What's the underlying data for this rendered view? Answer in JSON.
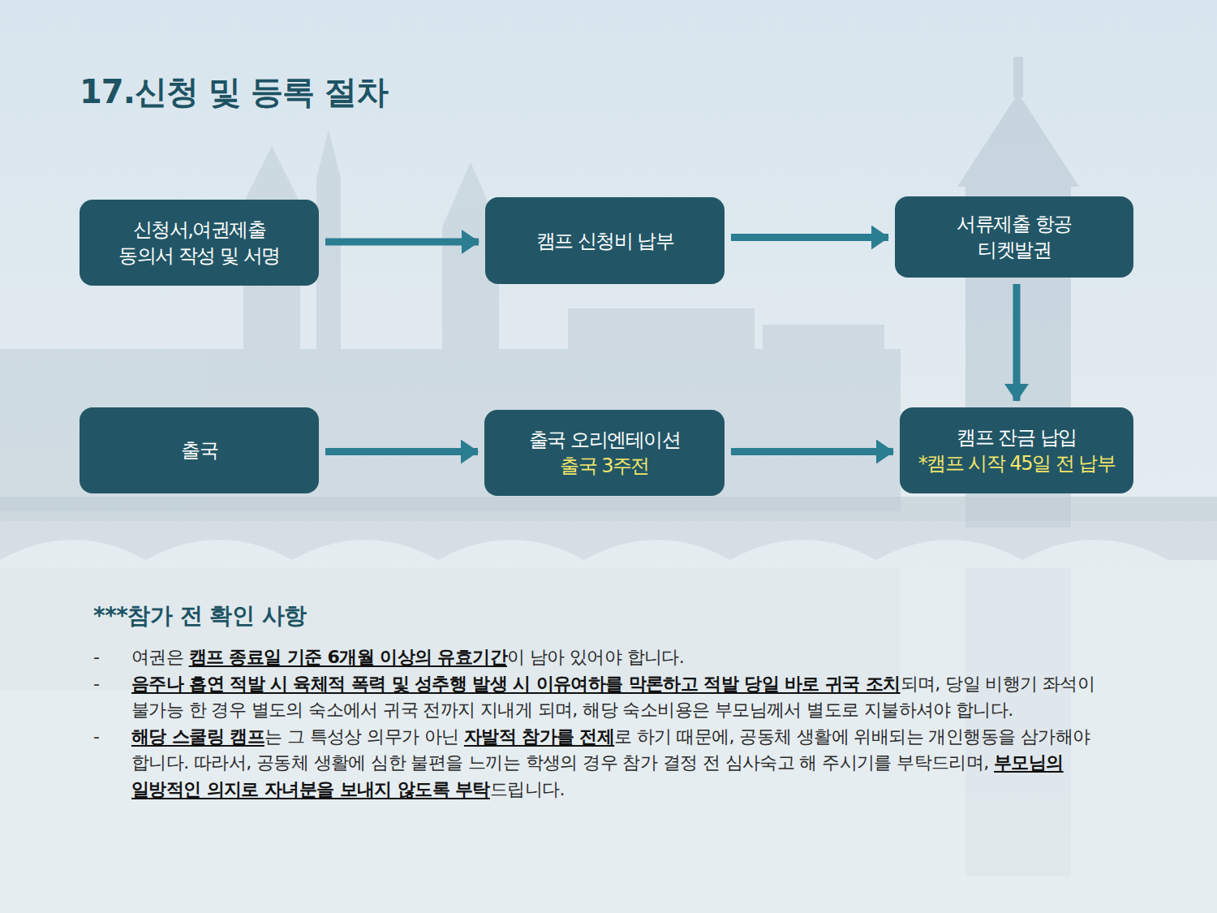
{
  "diagram": {
    "title": "17.신청 및 등록 절차",
    "nodes": [
      {
        "text": [
          "신청서,여권제출 동의서 작성 및 서명"
        ]
      },
      {
        "text": [
          "캠프 신청비 납부"
        ]
      },
      {
        "text": [
          "서류제출 항공 티켓발권"
        ]
      },
      {
        "text": [
          "출국"
        ]
      },
      {
        "text": [
          "출국 오리엔테이션",
          "출국 3주전"
        ]
      },
      {
        "text": [
          "캠프 잔금 납입",
          "*캠프 시작 45일 전 납부"
        ]
      }
    ],
    "edges": [
      {
        "from": 0,
        "to": 1,
        "arrow": "to"
      },
      {
        "from": 1,
        "to": 2,
        "arrow": "to"
      },
      {
        "from": 2,
        "to": 5,
        "arrow": "to"
      },
      {
        "from": 3,
        "to": 4,
        "arrow": "to"
      },
      {
        "from": 4,
        "to": 5,
        "arrow": "to"
      }
    ],
    "labels": [
      "***참가 전 확인 사항",
      "-",
      "여권은",
      "캠프 종료일 기준 6개월 이상의 유효기간",
      "이 남아 있어야 합니다.",
      "-",
      "음주나 흡연 적발 시 육체적 폭력 및 성추행 발생 시 이유여하를 막론하고 적발 당일 바로 귀국 조치",
      "되며, 당일 비행기 좌석이 불가능 한 경우 별도의 숙소에서 귀국 전까지 지내게 되며, 해당 숙소비용은 부모님께서 별도로 지불하셔야 합니다.",
      "-",
      "해당 스쿨링 캠프",
      "는 그 특성상 의무가 아닌",
      "자발적 참가를 전제",
      "로 하기 때문에, 공동체 생활에 위배되는 개인행동을 삼가해야 합니다. 따라서, 공동체 생활에 심한 불편을 느끼는 학생의 경우 참가 결정 전 심사숙고 해 주시기를 부탁드리며,",
      "부모님의 일방적인 의지로 자녀분을 보내지 않도록 부탁",
      "드립니다."
    ]
  }
}
